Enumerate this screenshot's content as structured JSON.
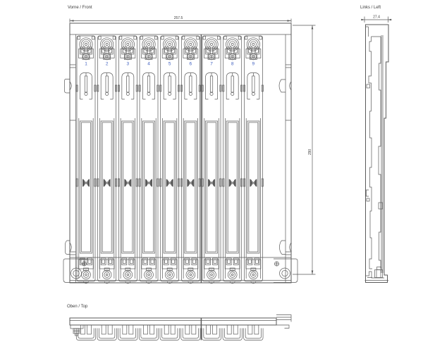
{
  "drawing": {
    "views": {
      "front": {
        "label": "Vorne / Front"
      },
      "left": {
        "label": "Links / Left"
      },
      "top": {
        "label": "Oben / Top"
      }
    },
    "dimensions": {
      "front_width_mm": "257.5",
      "front_height_mm": "290",
      "side_depth_mm": "27.4"
    },
    "front": {
      "module_numbers": [
        "1",
        "2",
        "3",
        "4",
        "5",
        "6",
        "7",
        "8",
        "9"
      ]
    },
    "colors": {
      "line": "#5a5a5a",
      "module_number": "#3f5fbf",
      "text": "#3c3c3c",
      "background": "#ffffff"
    }
  }
}
